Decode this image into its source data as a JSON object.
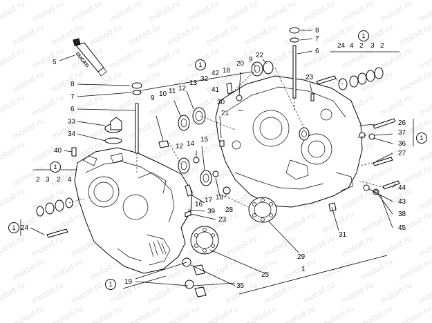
{
  "watermark": "motod.ru",
  "tube_label": "DUCATI",
  "circle_mark": "1",
  "callouts": [
    "1",
    "2",
    "3",
    "4",
    "5",
    "6",
    "7",
    "8",
    "9",
    "10",
    "11",
    "12",
    "13",
    "14",
    "15",
    "16",
    "17",
    "18",
    "19",
    "20",
    "21",
    "22",
    "23",
    "24",
    "25",
    "26",
    "27",
    "28",
    "29",
    "30",
    "31",
    "32",
    "33",
    "34",
    "35",
    "36",
    "37",
    "38",
    "39",
    "40",
    "41",
    "42",
    "43",
    "44",
    "45"
  ]
}
